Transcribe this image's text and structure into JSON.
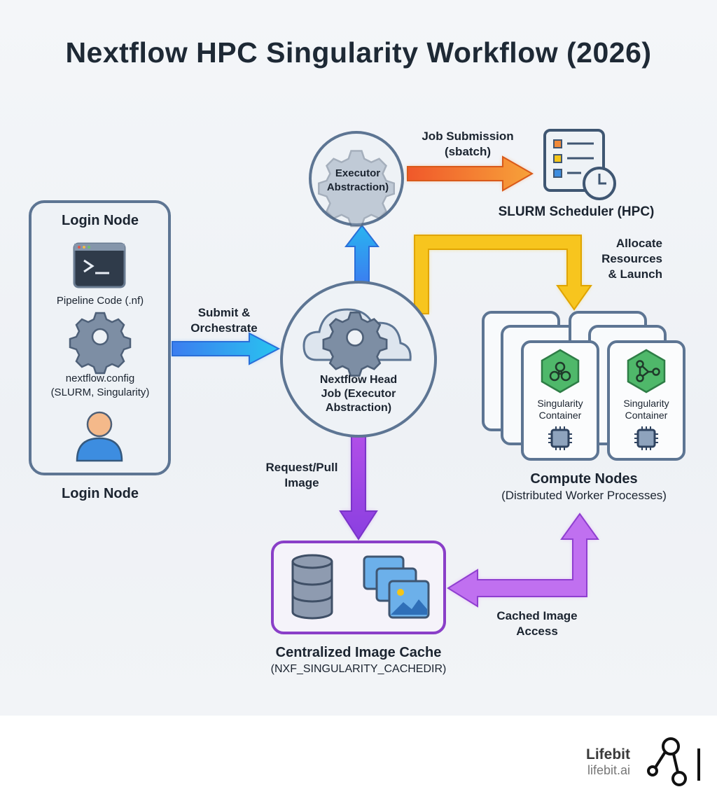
{
  "title": "Nextflow HPC Singularity Workflow (2026)",
  "login": {
    "heading": "Login Node",
    "pipeline_code": "Pipeline Code (.nf)",
    "config_line1": "nextflow.config",
    "config_line2": "(SLURM, Singularity)",
    "footer_label": "Login Node"
  },
  "head": {
    "line1": "Nextflow Head",
    "line2": "Job (Executor",
    "line3": "Abstraction)"
  },
  "executor": {
    "line1": "Executor",
    "line2": "Abstraction)"
  },
  "slurm": {
    "label": "SLURM Scheduler (HPC)"
  },
  "compute": {
    "title": "Compute Nodes",
    "subtitle": "(Distributed Worker Processes)",
    "containers": [
      {
        "line1": "Singularity",
        "line2": "Container",
        "icon": "biohazard-icon"
      },
      {
        "line1": "Singularity",
        "line2": "Container",
        "icon": "network-graph-icon"
      }
    ]
  },
  "cache": {
    "title": "Centralized Image Cache",
    "subtitle": "(NXF_SINGULARITY_CACHEDIR)"
  },
  "arrows": {
    "submit": {
      "line1": "Submit &",
      "line2": "Orchestrate",
      "color": "#2f8cf0"
    },
    "job_submission": {
      "line1": "Job Submission",
      "line2": "(sbatch)",
      "color": "#f47a20"
    },
    "allocate": {
      "line1": "Allocate",
      "line2": "Resources",
      "line3": "& Launch",
      "color": "#f5c518"
    },
    "request": {
      "line1": "Request/Pull",
      "line2": "Image",
      "color": "#9b4fe0"
    },
    "cached": {
      "line1": "Cached Image",
      "line2": "Access",
      "color": "#c25cf0"
    },
    "head_to_executor": {
      "color": "#2f8cf0"
    }
  },
  "brand": {
    "name": "Lifebit",
    "url": "lifebit.ai"
  }
}
